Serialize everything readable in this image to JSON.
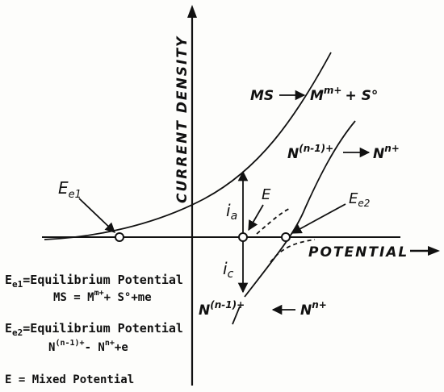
{
  "figure": {
    "axes": {
      "y_label": "CURRENT DENSITY",
      "x_label": "POTENTIAL"
    },
    "labels": {
      "ee1": "E",
      "ee1_sub": "e1",
      "ee2": "E",
      "ee2_sub": "e2",
      "e_mixed": "E",
      "ia": "i",
      "ia_sub": "a",
      "ic": "i",
      "ic_sub": "c",
      "reaction_ms_left": "MS",
      "reaction_ms_right": "M",
      "reaction_ms_sup": "m+",
      "reaction_ms_tail": "+ S°",
      "reaction_n_ox_left": "N",
      "reaction_n_ox_left_sup": "(n-1)+",
      "reaction_n_ox_right": "N",
      "reaction_n_ox_right_sup": "n+",
      "reaction_n_red_left": "N",
      "reaction_n_red_left_sup": "(n-1)+",
      "reaction_n_red_right": "N",
      "reaction_n_red_right_sup": "n+"
    },
    "legend": {
      "line1_symbol": "E",
      "line1_sub": "e1",
      "line1_text": "=Equilibrium Potential",
      "line2_a": "MS = M",
      "line2_sup": "m+",
      "line2_b": "+ S°+me",
      "line3_symbol": "E",
      "line3_sub": "e2",
      "line3_text": "=Equilibrium Potential",
      "line4_a": "N",
      "line4_sup1": "(n-1)+",
      "line4_b": "- N",
      "line4_sup2": "n+",
      "line4_c": "+e",
      "line5": "E =  Mixed Potential"
    }
  }
}
